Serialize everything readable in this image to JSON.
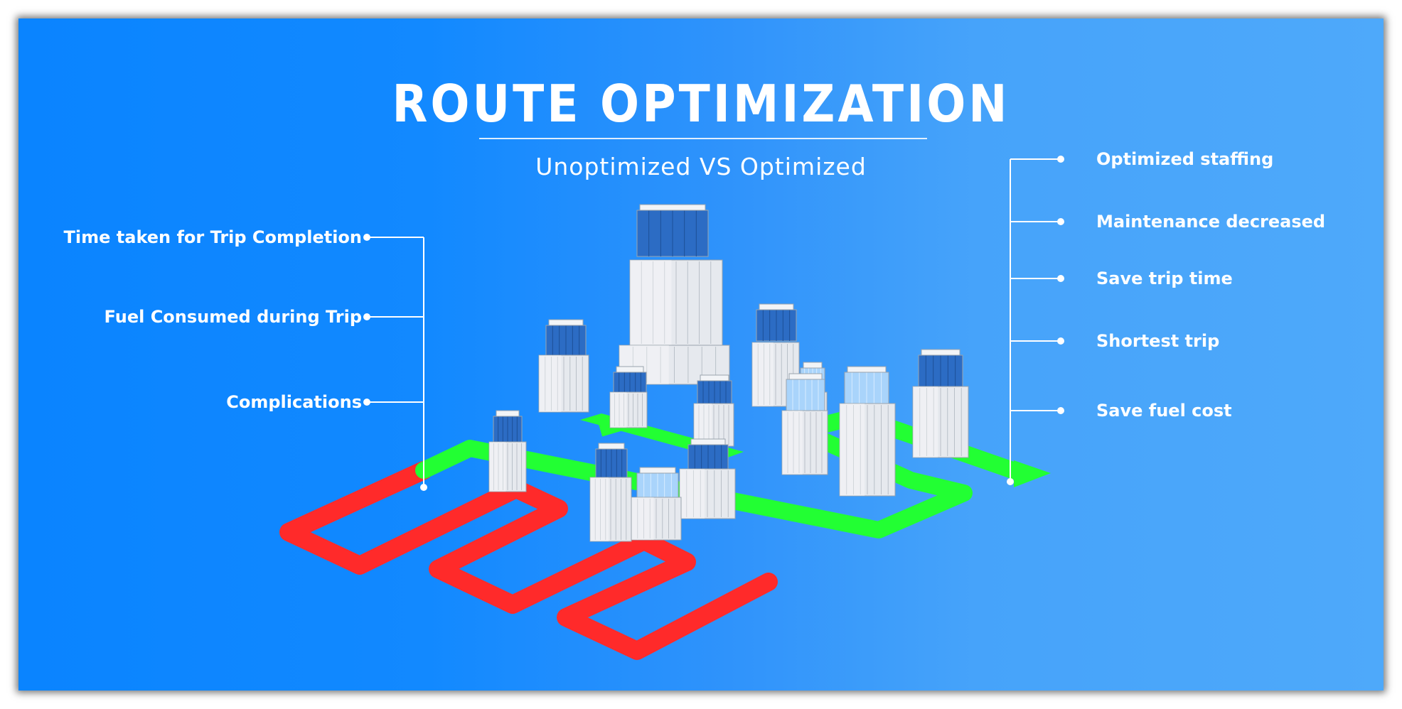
{
  "title": "ROUTE OPTIMIZATION",
  "subtitle": "Unoptimized VS Optimized",
  "unoptimized": {
    "labels": [
      "Time taken for Trip Completion",
      "Fuel Consumed during Trip",
      "Complications"
    ],
    "route_color": "#ff2a2a"
  },
  "optimized": {
    "labels": [
      "Optimized staffing",
      "Maintenance decreased",
      "Save trip time",
      "Shortest trip",
      "Save fuel cost"
    ],
    "route_color": "#22ff33"
  },
  "colors": {
    "background_left": "#0a84ff",
    "background_right": "#4ea9fa",
    "building_body": "#e6e9ee",
    "building_glass": "#2c6cc4",
    "text": "#ffffff"
  }
}
